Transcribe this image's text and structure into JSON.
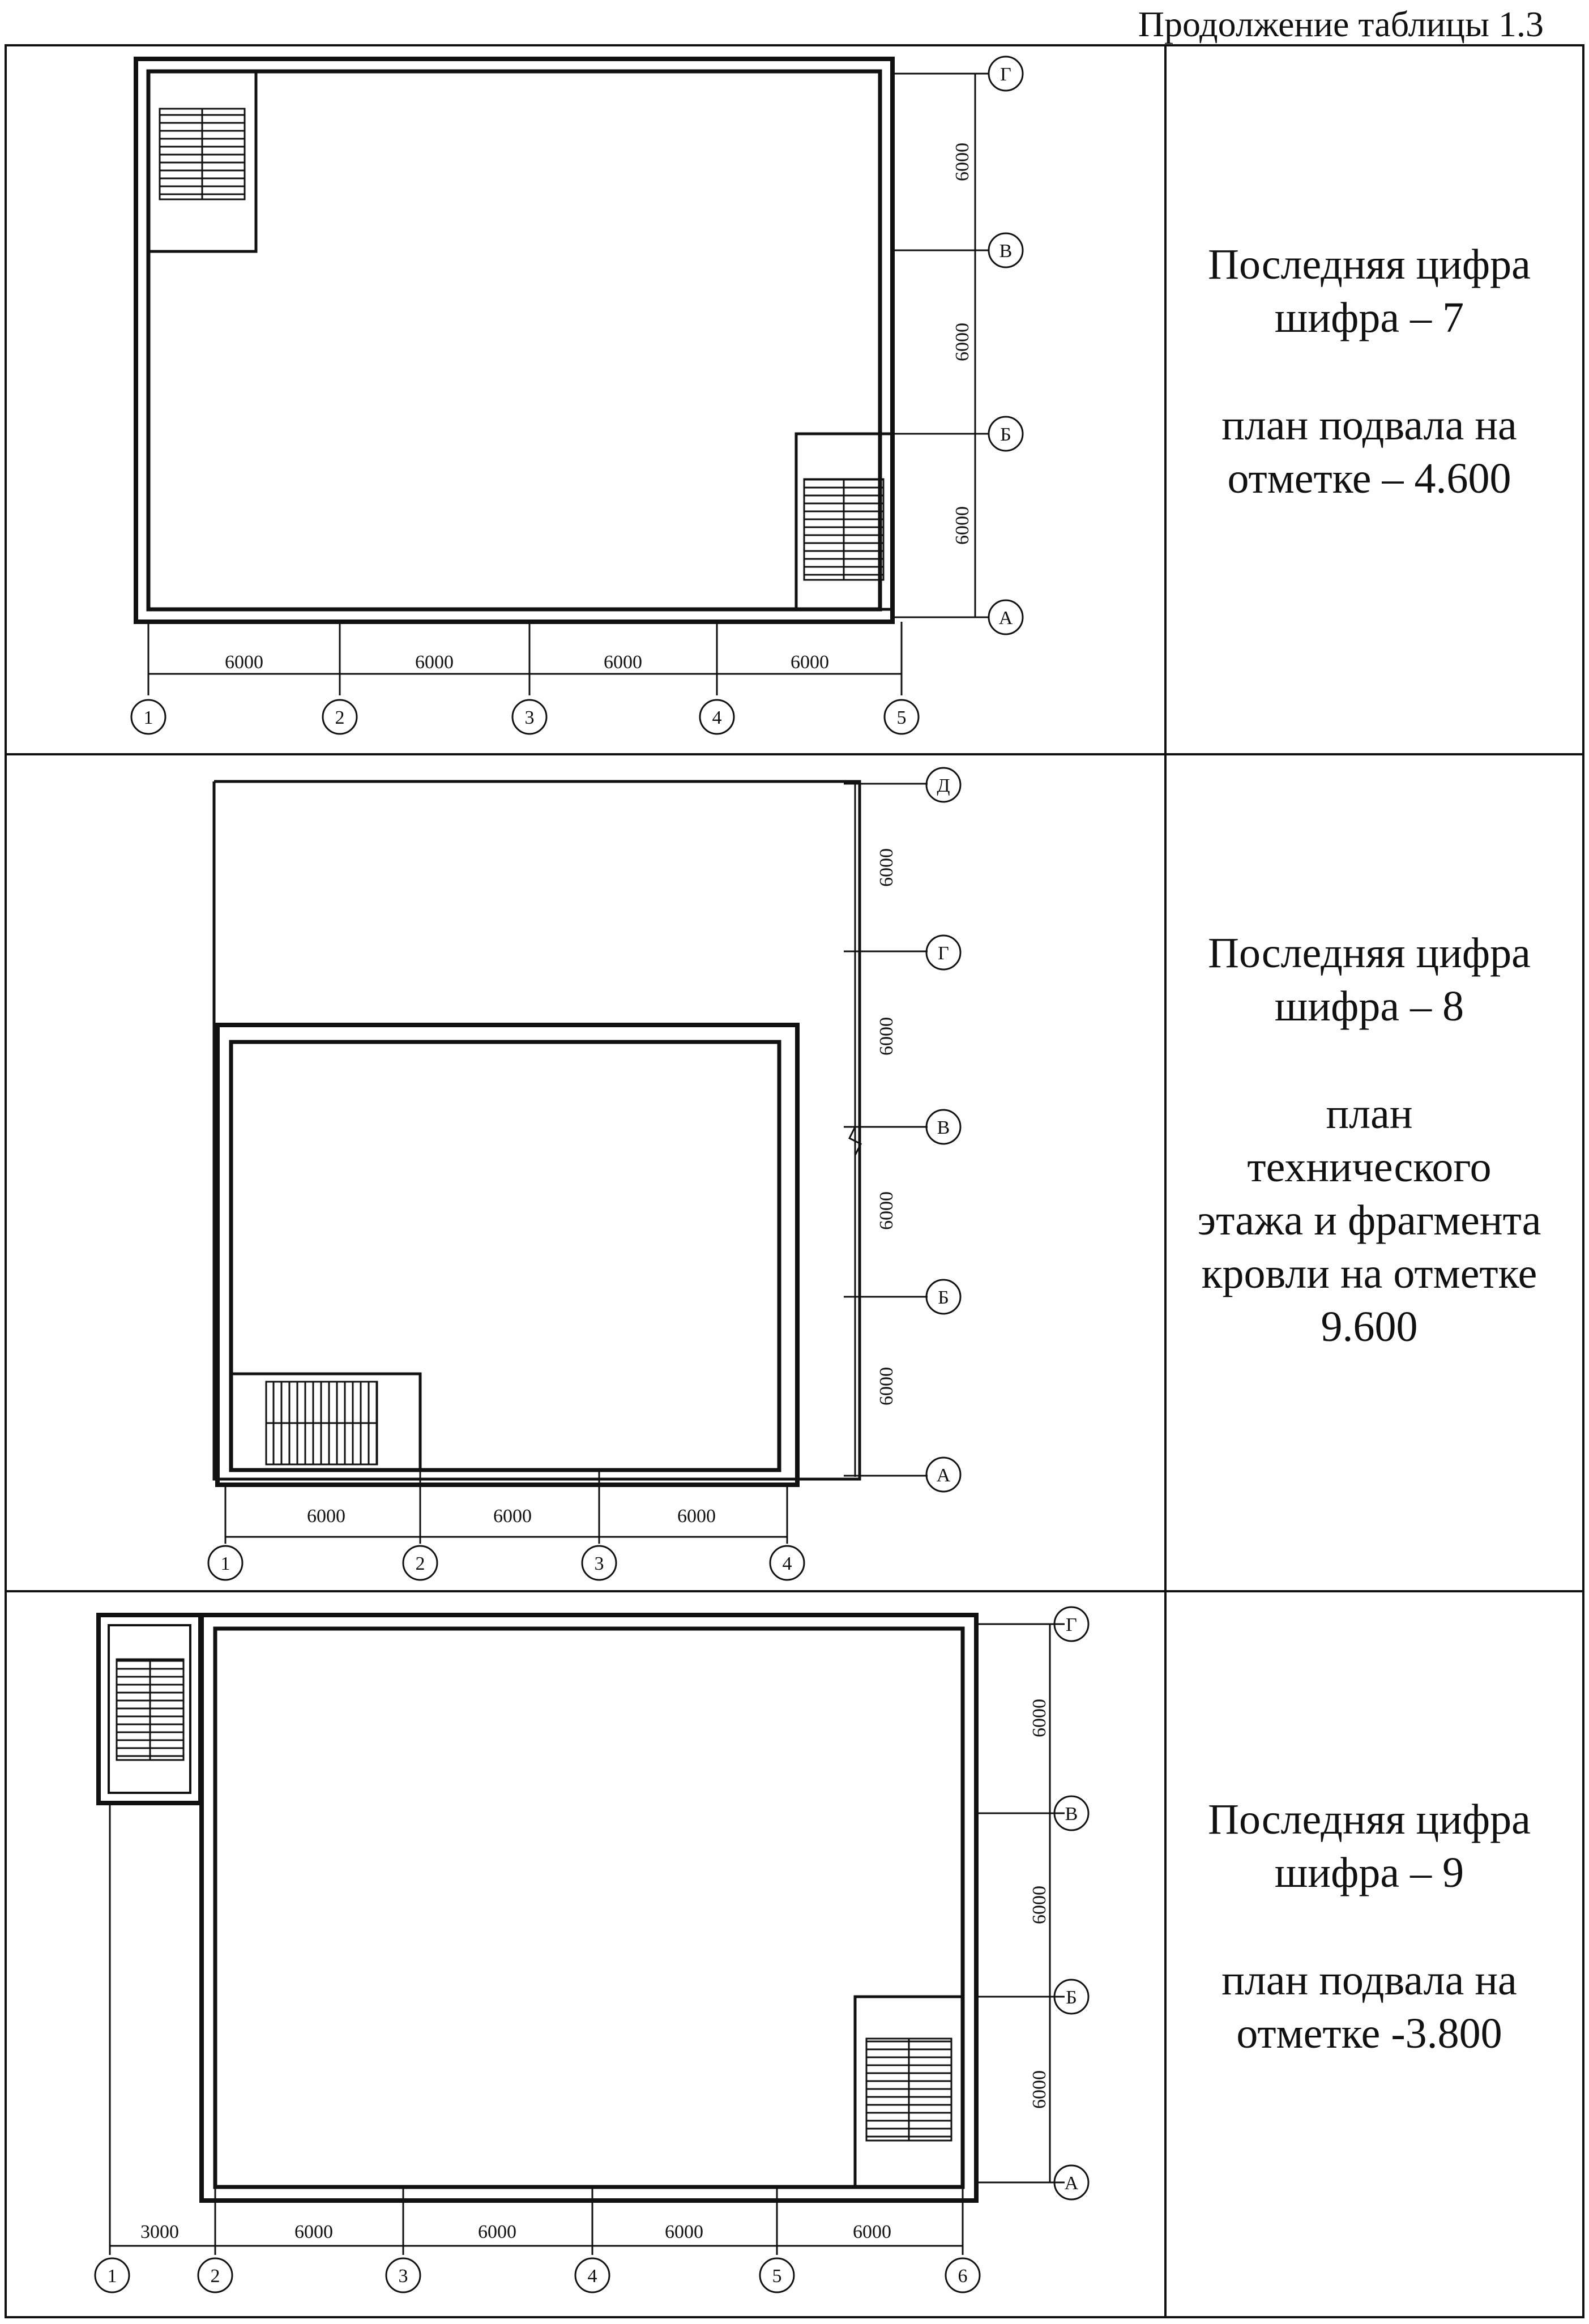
{
  "header": {
    "title": "Продолжение таблицы 1.3"
  },
  "rows": [
    {
      "caption_lines": [
        "Последняя цифра",
        "шифра – 7"
      ],
      "plan_lines": [
        "план подвала на",
        "отметке – 4.600"
      ],
      "axes_letters": [
        "Г",
        "В",
        "Б",
        "А"
      ],
      "axes_numbers": [
        "1",
        "2",
        "3",
        "4",
        "5"
      ],
      "dims_horizontal": [
        "6000",
        "6000",
        "6000",
        "6000"
      ],
      "dims_vertical": [
        "6000",
        "6000",
        "6000"
      ]
    },
    {
      "caption_lines": [
        "Последняя цифра",
        "шифра – 8"
      ],
      "plan_lines": [
        "план",
        "технического",
        "этажа и фрагмента",
        "кровли на отметке",
        "9.600"
      ],
      "axes_letters": [
        "Д",
        "Г",
        "В",
        "Б",
        "А"
      ],
      "axes_numbers": [
        "1",
        "2",
        "3",
        "4"
      ],
      "dims_horizontal": [
        "6000",
        "6000",
        "6000"
      ],
      "dims_vertical": [
        "6000",
        "6000",
        "6000",
        "6000"
      ]
    },
    {
      "caption_lines": [
        "Последняя цифра",
        "шифра – 9"
      ],
      "plan_lines": [
        "план подвала на",
        "отметке -3.800"
      ],
      "axes_letters": [
        "Г",
        "В",
        "Б",
        "А"
      ],
      "axes_numbers": [
        "1",
        "2",
        "3",
        "4",
        "5",
        "6"
      ],
      "dims_horizontal": [
        "3000",
        "6000",
        "6000",
        "6000",
        "6000"
      ],
      "dims_vertical": [
        "6000",
        "6000",
        "6000"
      ]
    }
  ]
}
